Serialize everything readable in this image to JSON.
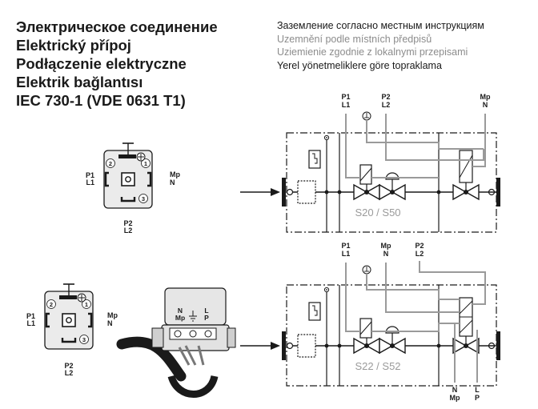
{
  "titles": [
    "Электрическое соединение",
    "Elektrický přípoj",
    "Podłączenie elektryczne",
    "Elektrik bağlantısı",
    "IEC 730-1 (VDE 0631 T1)"
  ],
  "notes": [
    {
      "text": "Заземление согласно местным инструкциям",
      "color": "#1a1a1a"
    },
    {
      "text": "Uzemnění podle místních předpisů",
      "color": "#8c8c8c"
    },
    {
      "text": "Uziemienie zgodnie z lokalnymi przepisami",
      "color": "#8c8c8c"
    },
    {
      "text": "Yerel yönetmeliklere göre topraklama",
      "color": "#1a1a1a"
    }
  ],
  "connector": {
    "pin1": "1",
    "pin2": "2",
    "pin3": "3",
    "p1": "P1",
    "l1": "L1",
    "mp": "Mp",
    "n": "N",
    "p2": "P2",
    "l2": "L2"
  },
  "junction_box": {
    "n": "N",
    "mp": "Mp",
    "l": "L",
    "p": "P"
  },
  "schematic_top": {
    "model": "S20 / S50",
    "p1": "P1",
    "l1": "L1",
    "p2": "P2",
    "l2": "L2",
    "mp": "Mp",
    "n": "N"
  },
  "schematic_bottom": {
    "model": "S22 / S52",
    "p1": "P1",
    "l1": "L1",
    "mp": "Mp",
    "n": "N",
    "p2": "P2",
    "l2": "L2",
    "n_bottom": "N",
    "mp_bottom": "Mp",
    "l_bottom": "L",
    "p_bottom": "P"
  },
  "colors": {
    "line": "#1a1a1a",
    "wire": "#9a9a9a",
    "box": "#e6e6e6"
  }
}
